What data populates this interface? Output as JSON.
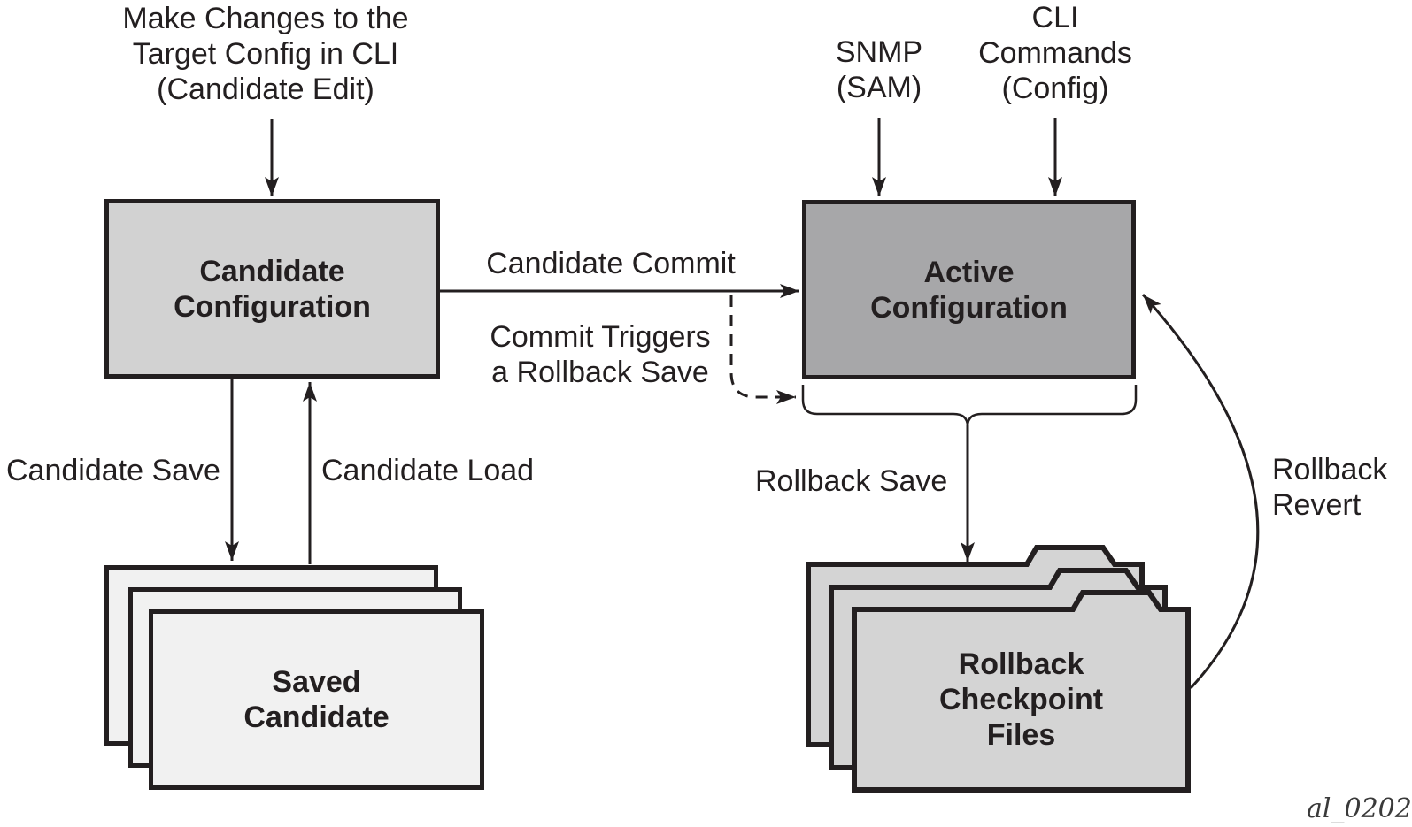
{
  "diagram": {
    "type": "flow-diagram",
    "figure_id": "al_0202",
    "colors": {
      "background": "#ffffff",
      "line": "#231f20",
      "text": "#231f20",
      "candidate_box_fill": "#d2d2d2",
      "active_box_fill": "#a7a7a9",
      "saved_candidate_fill": "#f1f1f1",
      "folder_fill": "#d4d4d4"
    },
    "nodes": {
      "candidate_configuration": {
        "title": "Candidate\nConfiguration",
        "fill": "#d2d2d2"
      },
      "active_configuration": {
        "title": "Active\nConfiguration",
        "fill": "#a7a7a9"
      },
      "saved_candidate": {
        "title": "Saved\nCandidate",
        "fill": "#f1f1f1"
      },
      "rollback_checkpoint_files": {
        "title": "Rollback\nCheckpoint\nFiles",
        "fill": "#d4d4d4"
      }
    },
    "labels": {
      "make_changes": "Make Changes to the\nTarget Config in CLI\n(Candidate Edit)",
      "snmp": "SNMP\n(SAM)",
      "cli_commands": "CLI\nCommands\n(Config)",
      "candidate_commit": "Candidate Commit",
      "commit_triggers": "Commit Triggers\na Rollback Save",
      "candidate_save": "Candidate Save",
      "candidate_load": "Candidate Load",
      "rollback_save": "Rollback Save",
      "rollback_revert": "Rollback\nRevert",
      "figure_id": "al_0202"
    },
    "edges": [
      {
        "from": "make-changes-note",
        "to": "candidate_configuration",
        "label": "",
        "style": "solid-arrow"
      },
      {
        "from": "candidate_configuration",
        "to": "active_configuration",
        "label": "Candidate Commit",
        "style": "solid-arrow"
      },
      {
        "from": "candidate-commit-arrow",
        "to": "active-configuration-brace",
        "label": "Commit Triggers a Rollback Save",
        "style": "dashed-arrow"
      },
      {
        "from": "snmp-note",
        "to": "active_configuration",
        "label": "SNMP (SAM)",
        "style": "solid-arrow"
      },
      {
        "from": "cli-commands-note",
        "to": "active_configuration",
        "label": "CLI Commands (Config)",
        "style": "solid-arrow"
      },
      {
        "from": "candidate_configuration",
        "to": "saved_candidate",
        "label": "Candidate Save",
        "style": "solid-arrow"
      },
      {
        "from": "saved_candidate",
        "to": "candidate_configuration",
        "label": "Candidate Load",
        "style": "solid-arrow"
      },
      {
        "from": "active_configuration",
        "to": "rollback_checkpoint_files",
        "label": "Rollback Save",
        "style": "solid-arrow"
      },
      {
        "from": "rollback_checkpoint_files",
        "to": "active_configuration",
        "label": "Rollback Revert",
        "style": "curved-arrow"
      }
    ]
  }
}
